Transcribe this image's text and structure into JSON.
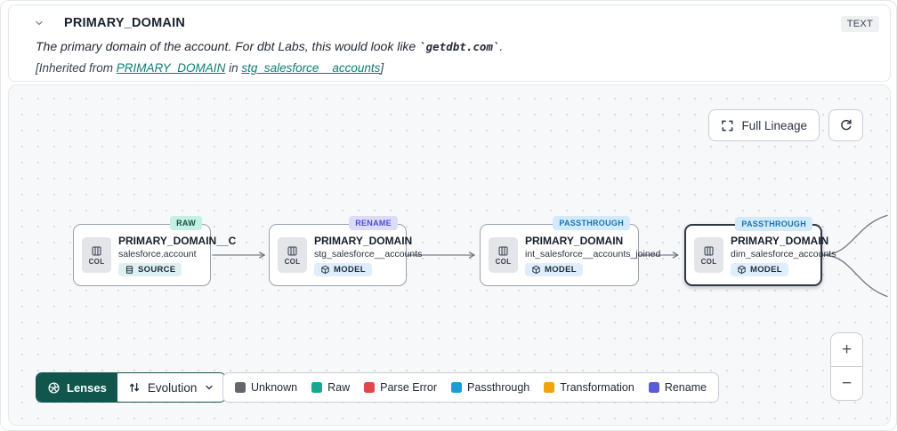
{
  "header": {
    "title": "PRIMARY_DOMAIN",
    "type_badge": "TEXT",
    "description": {
      "prefix": "The primary domain of the account. For dbt Labs, this would look like ",
      "code": "`getdbt.com`",
      "suffix": "."
    },
    "inherited": {
      "prefix": "[Inherited from ",
      "column_link": "PRIMARY_DOMAIN",
      "middle": " in ",
      "model_link": "stg_salesforce__accounts",
      "suffix": "]"
    }
  },
  "canvas": {
    "full_lineage_label": "Full Lineage",
    "nodes": [
      {
        "tag": "RAW",
        "title": "PRIMARY_DOMAIN__C",
        "subtitle": "salesforce.account",
        "kind": "SOURCE",
        "col_label": "COL"
      },
      {
        "tag": "RENAME",
        "title": "PRIMARY_DOMAIN",
        "subtitle": "stg_salesforce__accounts",
        "kind": "MODEL",
        "col_label": "COL"
      },
      {
        "tag": "PASSTHROUGH",
        "title": "PRIMARY_DOMAIN",
        "subtitle": "int_salesforce__accounts_joined",
        "kind": "MODEL",
        "col_label": "COL"
      },
      {
        "tag": "PASSTHROUGH",
        "title": "PRIMARY_DOMAIN",
        "subtitle": "dim_salesforce_accounts",
        "kind": "MODEL",
        "col_label": "COL"
      }
    ]
  },
  "toolbar": {
    "lenses_label": "Lenses",
    "lens_selected_label": "Evolution",
    "legend": [
      {
        "label": "Unknown",
        "color": "#63666c"
      },
      {
        "label": "Raw",
        "color": "#18a88f"
      },
      {
        "label": "Parse Error",
        "color": "#e0474b"
      },
      {
        "label": "Passthrough",
        "color": "#189fd8"
      },
      {
        "label": "Transformation",
        "color": "#f0a30a"
      },
      {
        "label": "Rename",
        "color": "#5a5bd7"
      }
    ],
    "zoom_in_label": "+",
    "zoom_out_label": "−"
  }
}
